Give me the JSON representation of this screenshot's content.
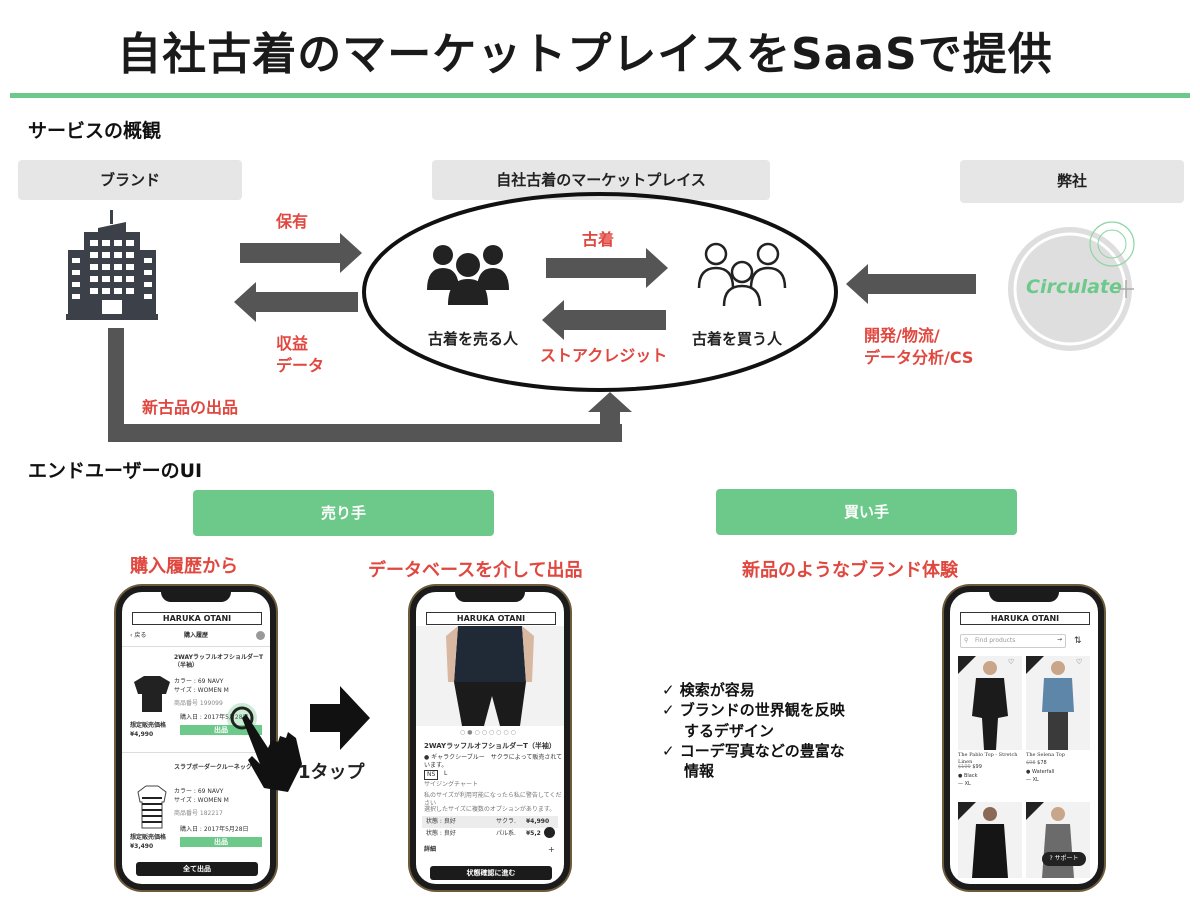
{
  "title": "自社古着のマーケットプレイスをSaaSで提供",
  "colors": {
    "accent_green": "#6cc98a",
    "accent_red": "#e0473f",
    "arrow_gray": "#555555"
  },
  "overview": {
    "heading": "サービスの概観",
    "brand_label": "ブランド",
    "marketplace_label": "自社古着のマーケットプレイス",
    "company_label": "弊社",
    "arrow_hold": "保有",
    "arrow_revenue_1": "収益",
    "arrow_revenue_2": "データ",
    "arrow_used": "古着",
    "arrow_store_credit": "ストアクレジット",
    "seller_label": "古着を売る人",
    "buyer_label": "古着を買う人",
    "company_service_1": "開発/物流/",
    "company_service_2": "データ分析/CS",
    "new_items": "新古品の出品",
    "logo_text": "Circulate",
    "icons": [
      "building-icon",
      "group-solid-icon",
      "group-outline-icon",
      "circulate-logo"
    ]
  },
  "enduser": {
    "heading": "エンドユーザーのUI",
    "seller_button": "売り手",
    "buyer_button": "買い手",
    "caption_history": "購入履歴から",
    "caption_database": "データベースを介して出品",
    "caption_brand": "新品のようなブランド体験",
    "one_tap": "1タップ",
    "checklist": [
      "検索が容易",
      "ブランドの世界観を反映",
      "するデザイン",
      "コーデ写真などの豊富な",
      "情報"
    ]
  },
  "phone1": {
    "brand": "HARUKA OTANI",
    "back": "戻る",
    "page_title": "購入履歴",
    "item1_name": "2WAYラッフルオフショルダーT（半袖）",
    "item1_color": "カラー : 69 NAVY",
    "item1_size": "サイズ : WOMEN M",
    "item1_code": "商品番号 199099",
    "item1_price_label": "想定販売価格",
    "item1_price": "¥4,990",
    "item1_date": "購入日 : 2017年5月28日",
    "item1_button": "出品",
    "item2_name": "スラブボーダークルーネックT",
    "item2_color": "カラー : 69 NAVY",
    "item2_size": "サイズ : WOMEN M",
    "item2_code": "商品番号 182217",
    "item2_price_label": "想定販売価格",
    "item2_price": "¥3,490",
    "item2_date": "購入日 : 2017年5月28日",
    "item2_button": "出品",
    "all_button": "全て出品"
  },
  "phone2": {
    "brand": "HARUKA OTANI",
    "product": "2WAYラッフルオフショルダーT（半袖）",
    "color_note": "ギャラクシーブルー　サクラによって販売されています。",
    "size_ns": "NS",
    "size_l": "L",
    "size_chart": "サイジングチャート",
    "notify": "私のサイズが利用可能になったら私に警告してください",
    "options": "選択したサイズに複数のオプションがあります。",
    "row1_state": "状態 : 良好",
    "row1_seller": "サクラ.",
    "row1_price": "¥4,990",
    "row2_state": "状態 : 良好",
    "row2_seller": "パル系.",
    "row2_price": "¥5,2",
    "details": "詳細",
    "plus": "+",
    "confirm": "状態確認に進む"
  },
  "phone3": {
    "brand": "HARUKA OTANI",
    "search_placeholder": "Find products",
    "p1_name": "The Pablo Top - Stretch Linen",
    "p1_old": "$109",
    "p1_price": "$99",
    "p1_color": "Black",
    "p1_size": "XL",
    "p2_name": "The Selena Top",
    "p2_old": "$98",
    "p2_price": "$78",
    "p2_color": "Waterfall",
    "p2_size": "XL",
    "support": "サポート"
  }
}
